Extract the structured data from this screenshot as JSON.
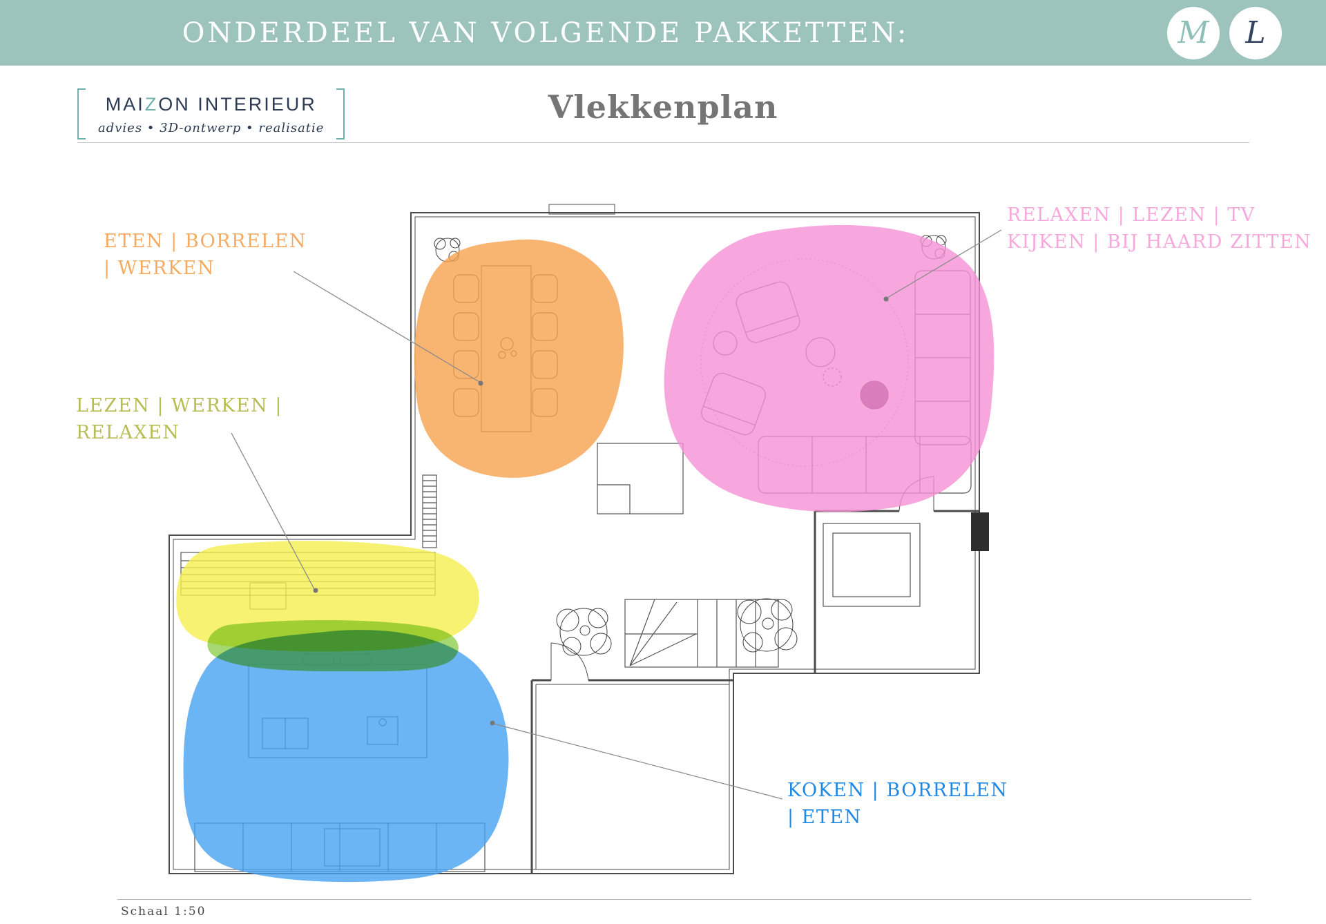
{
  "banner": {
    "title": "ONDERDEEL VAN VOLGENDE PAKKETTEN:",
    "bg_color": "#9CC3BC",
    "logos": {
      "m": "M",
      "l": "L"
    }
  },
  "brand": {
    "name_pre": "MAI",
    "name_accent": "Z",
    "name_post": "ON INTERIEUR",
    "tagline": "advies • 3D-ontwerp • realisatie"
  },
  "page": {
    "title": "Vlekkenplan",
    "scale_note": "Schaal 1:50"
  },
  "zones": [
    {
      "name": "eten-borrelen-werken",
      "label": "ETEN | BORRELEN | WERKEN",
      "color": "#F6A14D",
      "label_color": "#F6AA60"
    },
    {
      "name": "relaxen-lezen-tv-haard",
      "label": "RELAXEN | LEZEN | TV KIJKEN | BIJ HAARD ZITTEN",
      "color": "#F591D5",
      "label_color": "#F8A9DC"
    },
    {
      "name": "lezen-werken-relaxen",
      "label": "LEZEN | WERKEN | RELAXEN",
      "color": "#F5EF4E",
      "label_color": "#B7BD55"
    },
    {
      "name": "koken-borrelen-eten",
      "label": "KOKEN | BORRELEN | ETEN",
      "color": "#47A3F3",
      "label_color": "#1E88E5"
    },
    {
      "name": "overlap-lezen-koken",
      "color": "#8FCE4D"
    }
  ]
}
